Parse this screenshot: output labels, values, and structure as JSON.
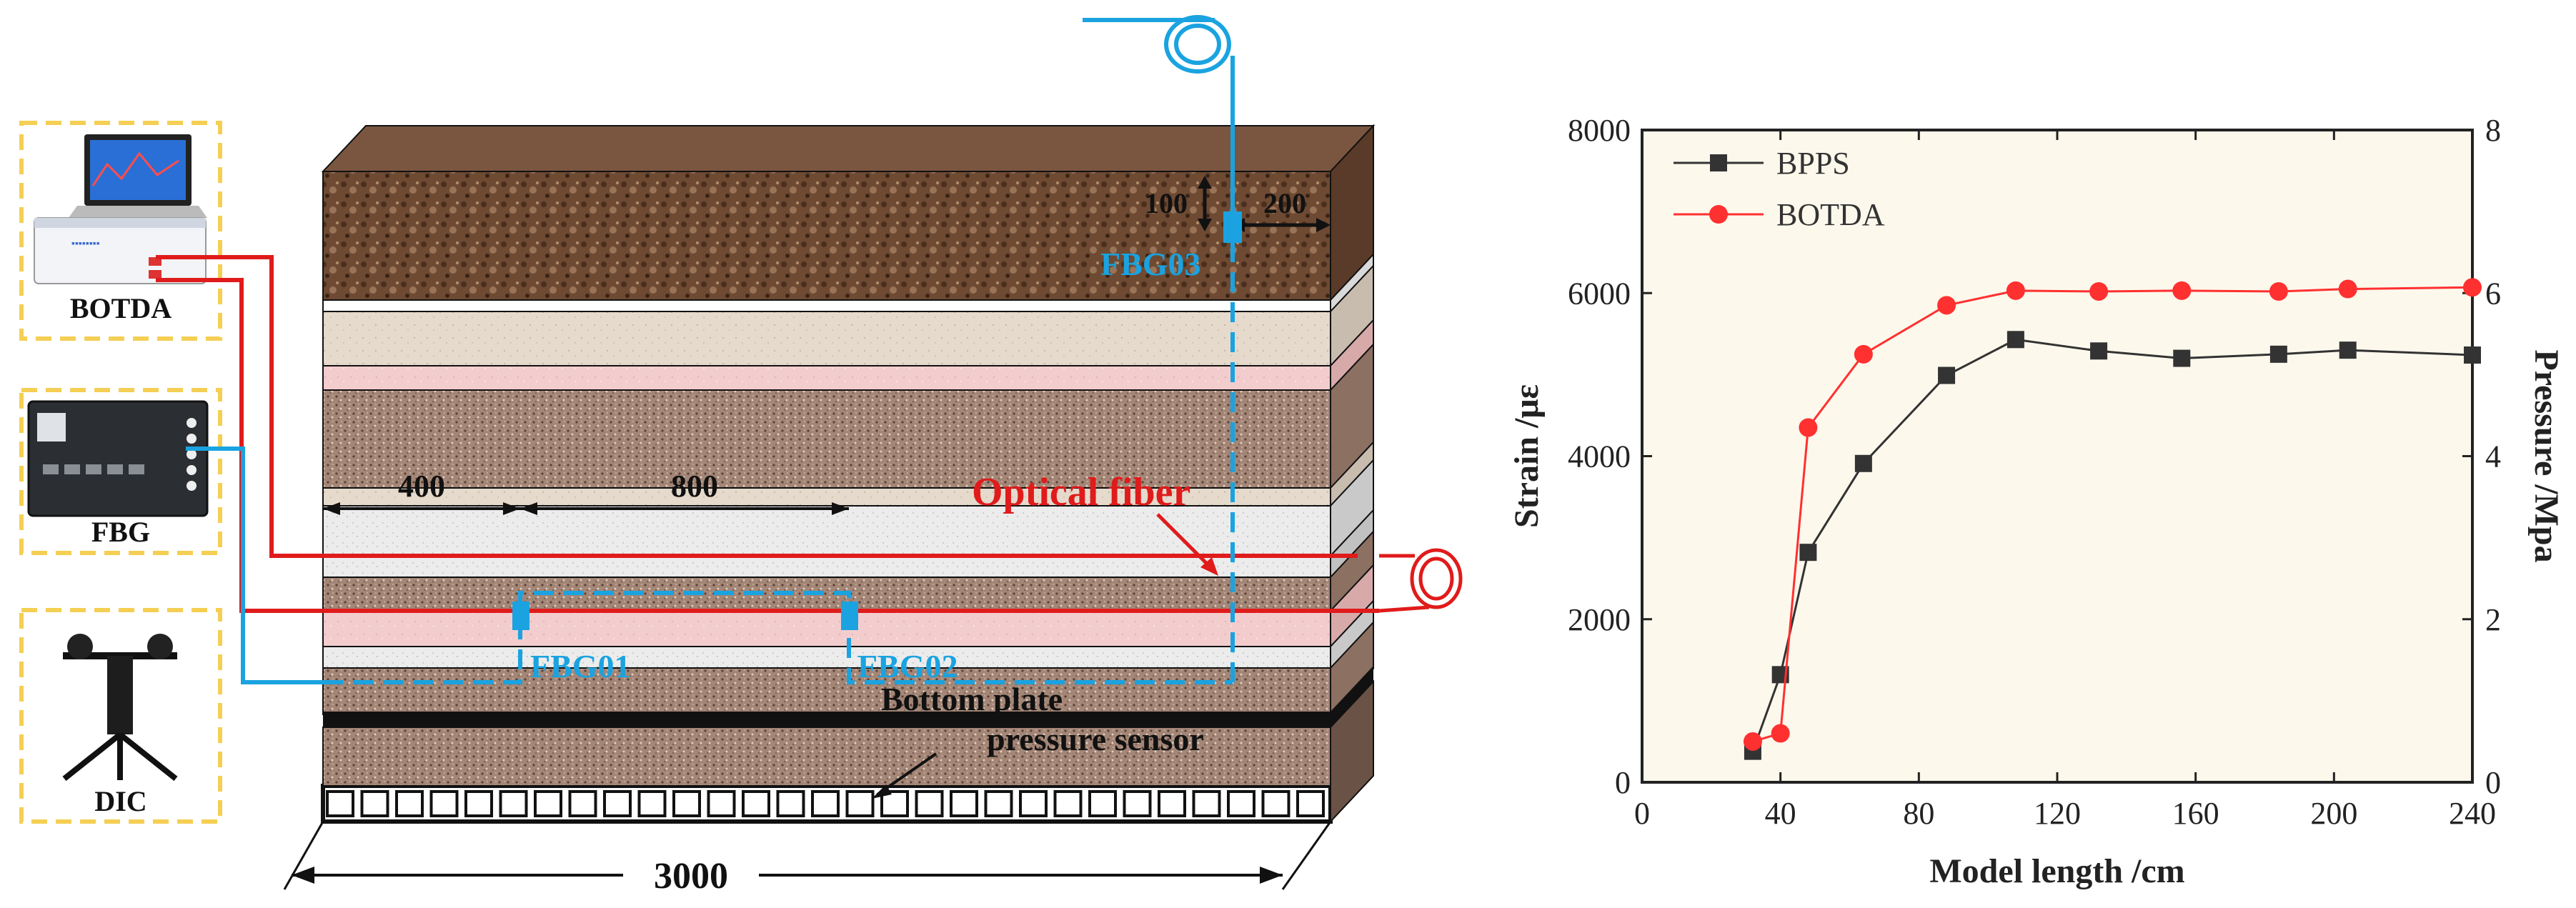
{
  "devices": [
    {
      "name": "BOTDA",
      "icon": "botda-analyzer-icon"
    },
    {
      "name": "FBG",
      "icon": "fbg-interrogator-icon"
    },
    {
      "name": "DIC",
      "icon": "dic-camera-tripod-icon"
    }
  ],
  "model": {
    "dimensions": {
      "length": "3000",
      "fbg_offset_1": "400",
      "fbg_offset_2": "800",
      "fbg03_depth": "100",
      "fbg03_offset": "200"
    },
    "sensors": {
      "fbg01": "FBG01",
      "fbg02": "FBG02",
      "fbg03": "FBG03"
    },
    "optical_fiber_label": "Optical fiber",
    "bottom_plate_label_line1": "Bottom plate",
    "bottom_plate_label_line2": "pressure sensor"
  },
  "colors": {
    "fiber_red": "#e01b1b",
    "fbg_blue": "#1aa3e0",
    "chart_bg": "#fdf8ec",
    "device_border": "#f5cf54"
  },
  "chart_data": {
    "type": "line",
    "x": [
      32,
      40,
      48,
      64,
      88,
      108,
      132,
      156,
      184,
      204,
      240
    ],
    "series": [
      {
        "name": "BPPS",
        "axis": "left",
        "color": "#333333",
        "marker": "square",
        "values": [
          380,
          1320,
          2820,
          3910,
          4990,
          5430,
          5290,
          5200,
          5250,
          5300,
          5240
        ]
      },
      {
        "name": "BOTDA",
        "axis": "right",
        "color": "#ff3030",
        "marker": "circle",
        "values": [
          0.5,
          0.6,
          4.35,
          5.25,
          5.85,
          6.03,
          6.02,
          6.03,
          6.02,
          6.05,
          6.07
        ]
      }
    ],
    "xlabel": "Model length /cm",
    "ylabel_left": "Strain /με",
    "ylabel_right": "Pressure /Mpa",
    "xlim": [
      0,
      240
    ],
    "ylim_left": [
      0,
      8000
    ],
    "ylim_right": [
      0,
      8
    ],
    "xticks": [
      "0",
      "40",
      "80",
      "120",
      "160",
      "200",
      "240"
    ],
    "yticks_left": [
      "0",
      "2000",
      "4000",
      "6000",
      "8000"
    ],
    "yticks_right": [
      "0",
      "2",
      "4",
      "6",
      "8"
    ],
    "legend": "top-left",
    "grid": false
  }
}
